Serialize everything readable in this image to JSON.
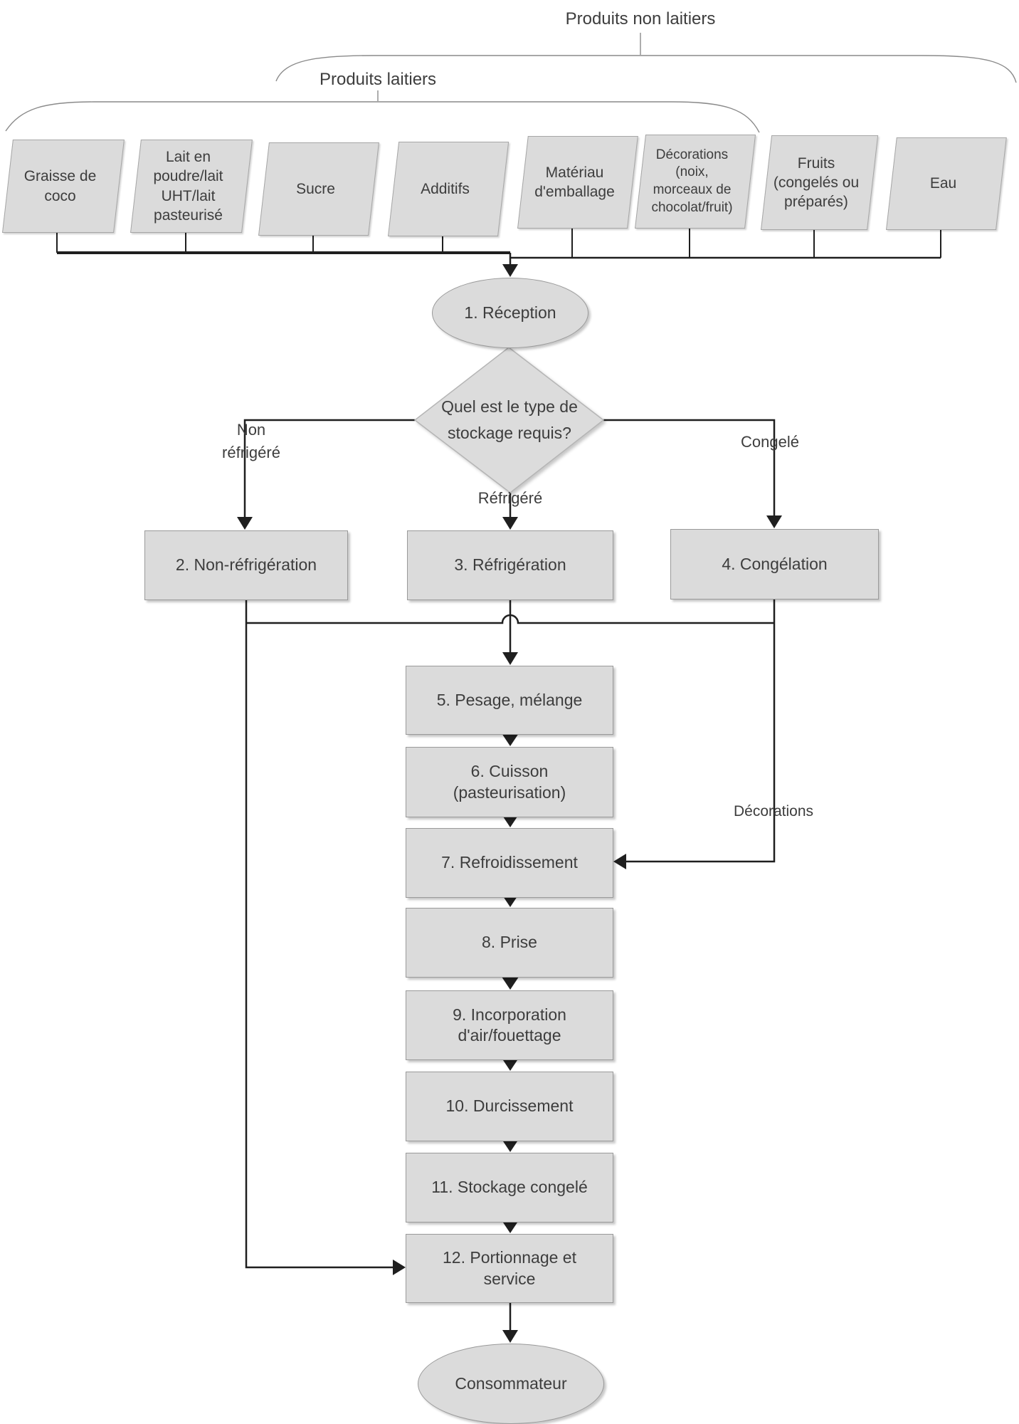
{
  "colors": {
    "node_fill": "#dbdbdb",
    "node_border": "#9a9a9a",
    "line": "#1f1f1f",
    "brace": "#8a8a8a",
    "text": "#3d3d3d"
  },
  "groups": {
    "non_dairy_label": "Produits non laitiers",
    "dairy_label": "Produits laitiers"
  },
  "inputs": [
    {
      "label": "Graisse de\ncoco"
    },
    {
      "label": "Lait en\npoudre/lait\nUHT/lait\npasteurisé"
    },
    {
      "label": "Sucre"
    },
    {
      "label": "Additifs"
    },
    {
      "label": "Matériau\nd'emballage"
    },
    {
      "label": "Décorations\n(noix,\nmorceaux de\nchocolat/fruit)"
    },
    {
      "label": "Fruits\n(congelés ou\npréparés)"
    },
    {
      "label": "Eau"
    }
  ],
  "steps": {
    "reception": "1. Réception",
    "decision": "Quel est le type de\nstockage requis?",
    "non_refrigeration": "2. Non-réfrigération",
    "refrigeration": "3. Réfrigération",
    "congelation": "4. Congélation",
    "pesage": "5. Pesage, mélange",
    "cuisson": "6. Cuisson\n(pasteurisation)",
    "refroidissement": "7. Refroidissement",
    "prise": "8. Prise",
    "incorporation": "9. Incorporation\nd'air/fouettage",
    "durcissement": "10. Durcissement",
    "stockage": "11. Stockage congelé",
    "portionnage": "12. Portionnage et\nservice",
    "consommateur": "Consommateur"
  },
  "edge_labels": {
    "non_refrigere": "Non\nréfrigéré",
    "refrigere": "Réfrigéré",
    "congele": "Congelé",
    "decorations": "Décorations"
  }
}
